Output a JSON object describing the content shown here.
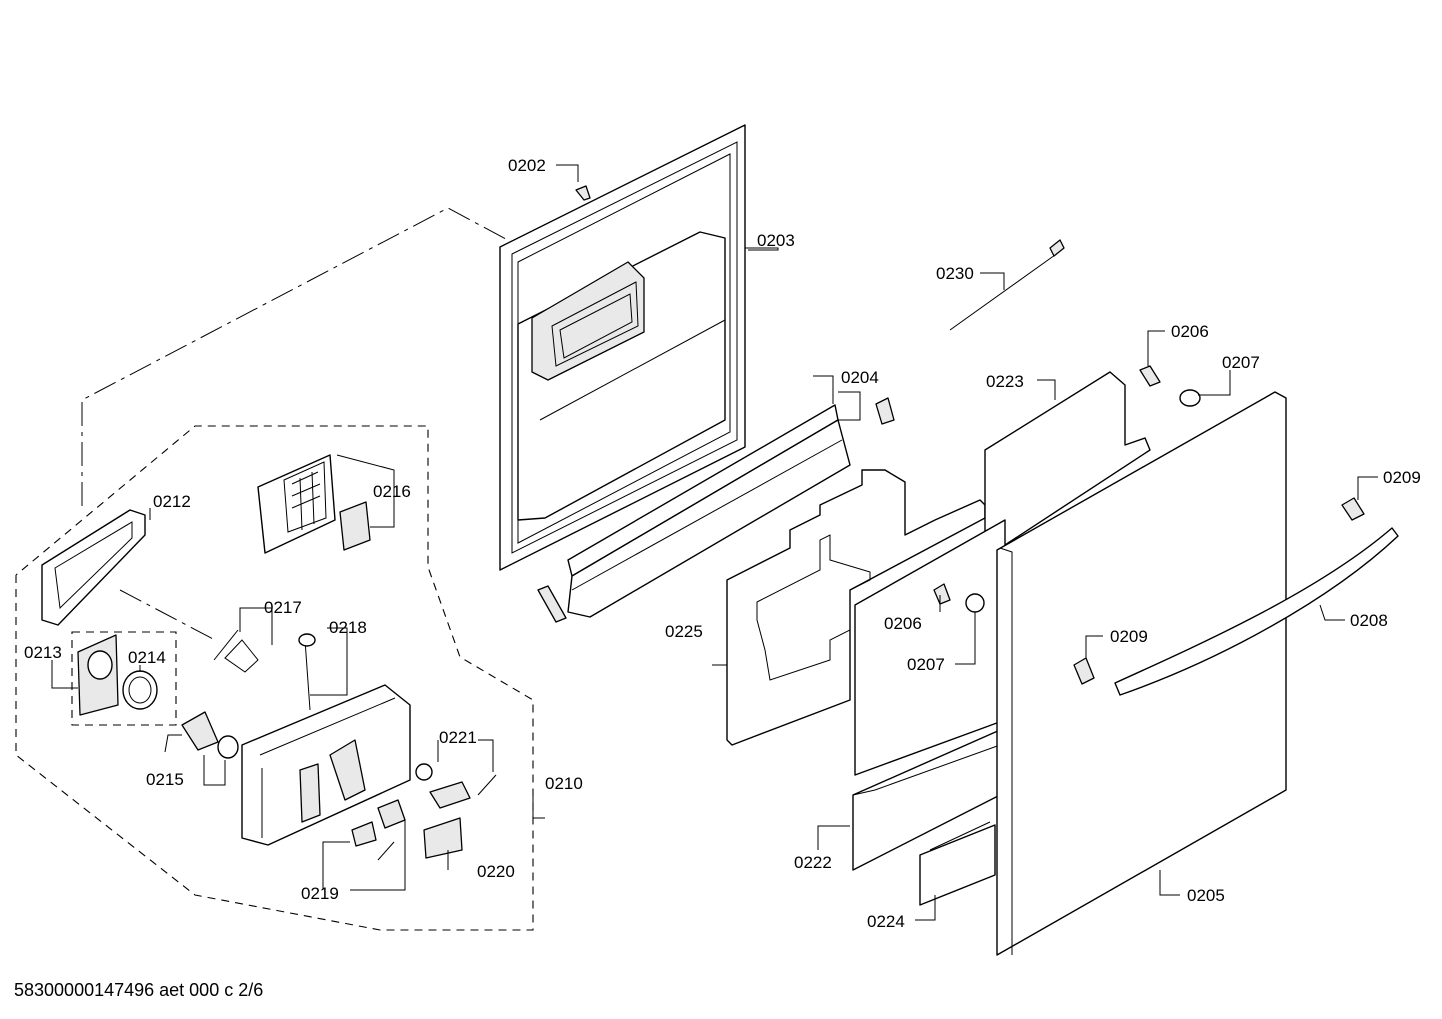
{
  "drawing_id": "58300000147496 aet 000 c 2/6",
  "callouts": [
    {
      "id": "0202",
      "text": "0202"
    },
    {
      "id": "0203",
      "text": "0203"
    },
    {
      "id": "0204",
      "text": "0204"
    },
    {
      "id": "0205",
      "text": "0205"
    },
    {
      "id": "0206a",
      "text": "0206"
    },
    {
      "id": "0206b",
      "text": "0206"
    },
    {
      "id": "0207a",
      "text": "0207"
    },
    {
      "id": "0207b",
      "text": "0207"
    },
    {
      "id": "0208",
      "text": "0208"
    },
    {
      "id": "0209a",
      "text": "0209"
    },
    {
      "id": "0209b",
      "text": "0209"
    },
    {
      "id": "0210",
      "text": "0210"
    },
    {
      "id": "0212",
      "text": "0212"
    },
    {
      "id": "0213",
      "text": "0213"
    },
    {
      "id": "0214",
      "text": "0214"
    },
    {
      "id": "0215",
      "text": "0215"
    },
    {
      "id": "0216",
      "text": "0216"
    },
    {
      "id": "0217",
      "text": "0217"
    },
    {
      "id": "0218",
      "text": "0218"
    },
    {
      "id": "0219",
      "text": "0219"
    },
    {
      "id": "0220",
      "text": "0220"
    },
    {
      "id": "0221",
      "text": "0221"
    },
    {
      "id": "0222",
      "text": "0222"
    },
    {
      "id": "0223",
      "text": "0223"
    },
    {
      "id": "0224",
      "text": "0224"
    },
    {
      "id": "0225",
      "text": "0225"
    },
    {
      "id": "0230",
      "text": "0230"
    }
  ]
}
